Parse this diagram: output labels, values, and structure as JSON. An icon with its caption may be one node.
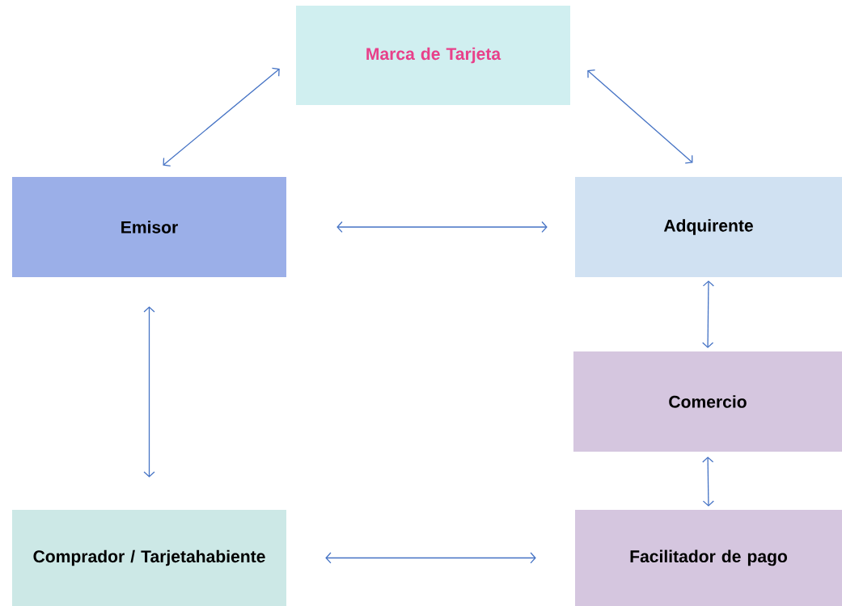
{
  "diagram": {
    "nodes": [
      {
        "text": [
          "Marca de Tarjeta"
        ]
      },
      {
        "text": [
          "Emisor"
        ]
      },
      {
        "text": [
          "Adquirente"
        ]
      },
      {
        "text": [
          "Comercio"
        ]
      },
      {
        "text": [
          "Comprador / Tarjetahabiente"
        ]
      },
      {
        "text": [
          "Facilitador de pago"
        ]
      }
    ],
    "edges": [
      {
        "from": 0,
        "to": 1,
        "arrow": "both"
      },
      {
        "from": 0,
        "to": 2,
        "arrow": "both"
      },
      {
        "from": 1,
        "to": 2,
        "arrow": "both"
      },
      {
        "from": 1,
        "to": 4,
        "arrow": "both"
      },
      {
        "from": 2,
        "to": 3,
        "arrow": "both"
      },
      {
        "from": 3,
        "to": 5,
        "arrow": "both"
      },
      {
        "from": 4,
        "to": 5,
        "arrow": "both"
      }
    ]
  }
}
